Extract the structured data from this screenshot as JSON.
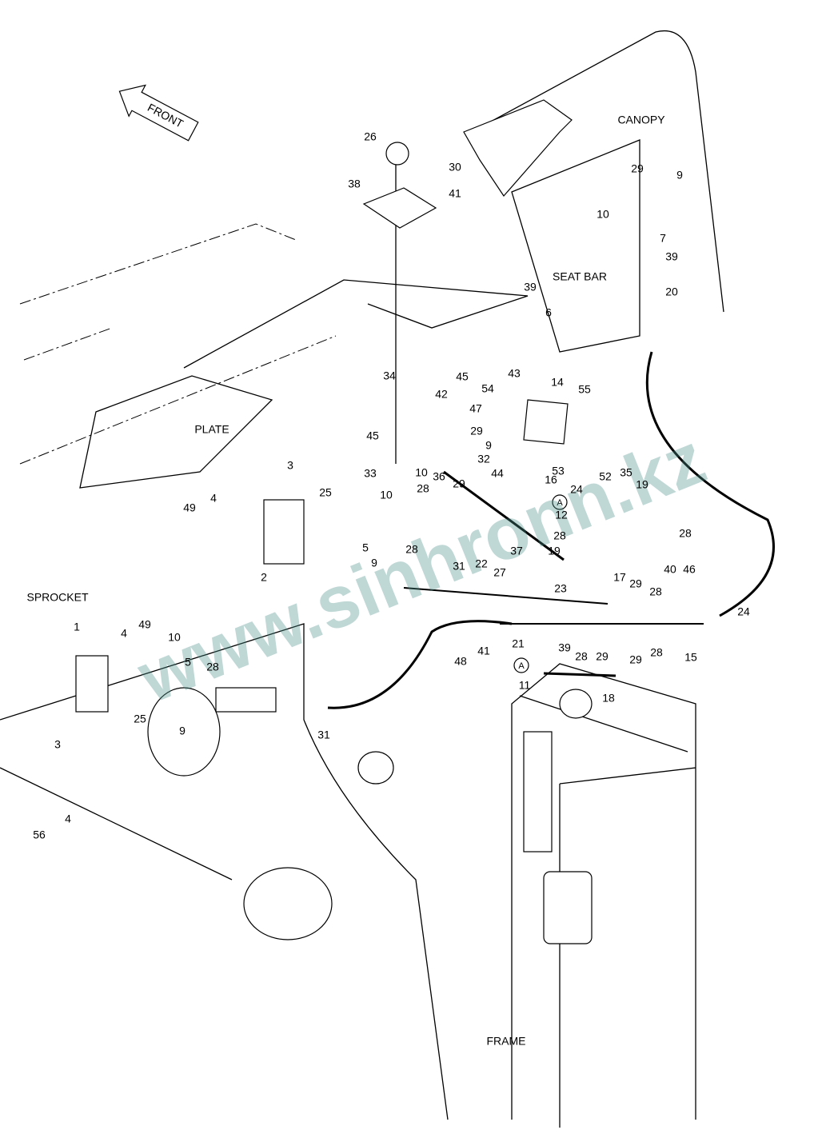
{
  "area_labels": {
    "front": "FRONT",
    "canopy": "CANOPY",
    "seat_bar": "SEAT BAR",
    "plate": "PLATE",
    "sprocket": "SPROCKET",
    "frame": "FRAME"
  },
  "callouts": [
    "26",
    "30",
    "41",
    "38",
    "39",
    "29",
    "9",
    "10",
    "7",
    "39",
    "20",
    "6",
    "45",
    "34",
    "43",
    "14",
    "42",
    "54",
    "55",
    "47",
    "29",
    "9",
    "45",
    "32",
    "53",
    "3",
    "10",
    "36",
    "33",
    "44",
    "16",
    "24",
    "52",
    "35",
    "19",
    "28",
    "29",
    "25",
    "10",
    "12",
    "4",
    "49",
    "5",
    "28",
    "28",
    "28",
    "37",
    "19",
    "9",
    "2",
    "31",
    "22",
    "27",
    "40",
    "46",
    "17",
    "23",
    "29",
    "28",
    "24",
    "1",
    "49",
    "4",
    "10",
    "5",
    "28",
    "21",
    "39",
    "28",
    "29",
    "29",
    "28",
    "15",
    "48",
    "41",
    "11",
    "18",
    "25",
    "9",
    "3",
    "31",
    "56",
    "4"
  ],
  "reference_marker": "A",
  "watermark": "www.sinhronn.kz"
}
